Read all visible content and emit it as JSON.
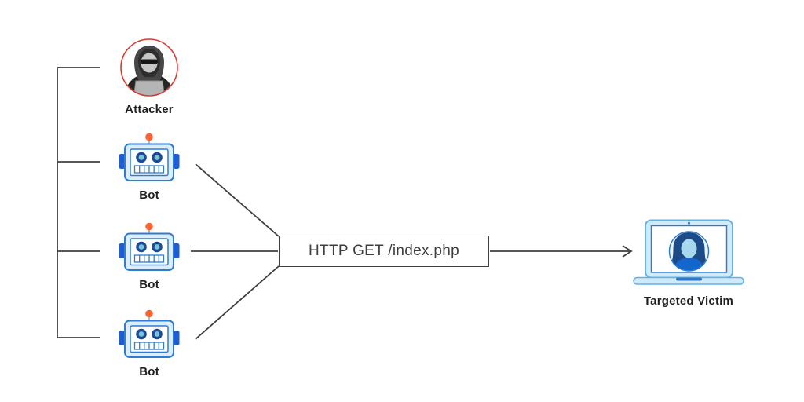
{
  "diagram": {
    "attacker": {
      "label": "Attacker"
    },
    "bots": [
      {
        "label": "Bot"
      },
      {
        "label": "Bot"
      },
      {
        "label": "Bot"
      }
    ],
    "request_box": {
      "label": "HTTP GET /index.php"
    },
    "victim": {
      "label": "Targeted Victim"
    }
  },
  "colors": {
    "line": "#3f3f3f",
    "label_text": "#1f1f1f",
    "box_text": "#3d3d3d",
    "attacker_ring": "#d93a32",
    "bot_border": "#2f7cd3",
    "bot_fill": "#dcedfb",
    "bot_ear": "#1d5ed2",
    "bot_eye_outer": "#1b4c96",
    "bot_eye_inner": "#7cc0dc",
    "antenna_dot": "#f96232",
    "laptop_border": "#63b2e4",
    "laptop_fill": "#cfeafa",
    "laptop_line": "#2e77c9",
    "avatar_body": "#1266cc",
    "avatar_hair": "#1c4b88",
    "avatar_face": "#a8d8ee"
  }
}
